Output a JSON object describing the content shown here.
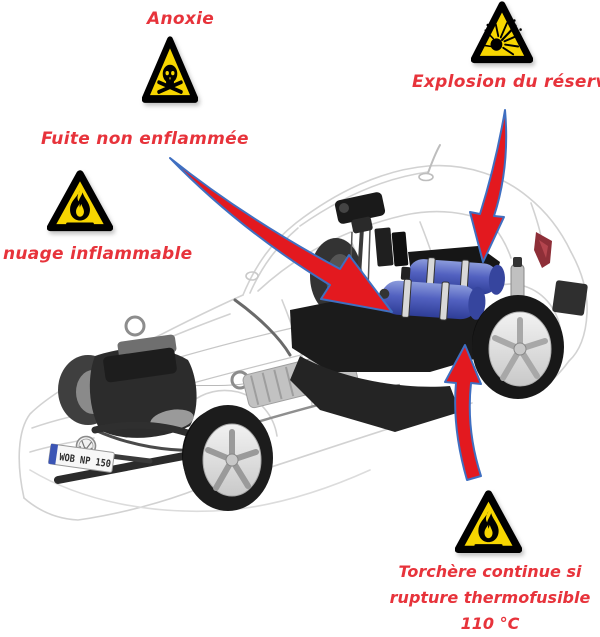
{
  "labels": {
    "anoxie": "Anoxie",
    "fuite": "Fuite non enflammée",
    "nuage": "nuage inflammable",
    "explosion": "Explosion du réservoir",
    "torchere1": "Torchère continue si",
    "torchere2": "rupture thermofusible",
    "torchere3": "110 °C"
  },
  "car": {
    "license_plate": "WOB NP 150"
  },
  "icons": {
    "top_left": "skull-crossbones-warning-icon",
    "mid_left": "flame-warning-icon",
    "top_right": "explosion-warning-icon",
    "bottom_right": "flame-warning-icon",
    "grille": "vw-logo-icon"
  },
  "colors": {
    "label_red": "#e7333b",
    "arrow_red": "#e3191f",
    "arrow_outline_blue": "#3f6fc1",
    "warning_yellow": "#f7d600",
    "tank_blue": "#5261c0",
    "tail_light_red": "#8e2f38",
    "plate_band_blue": "#3b55b5"
  }
}
